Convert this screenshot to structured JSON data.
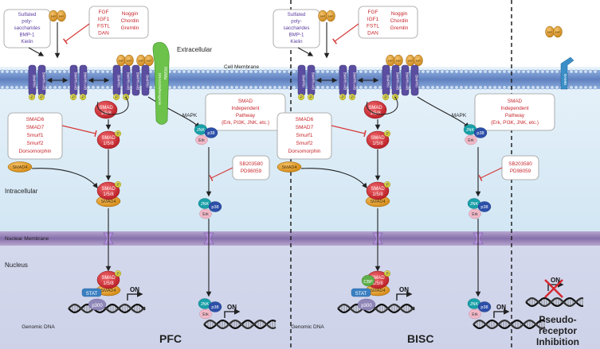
{
  "regions": {
    "extracellular": "Extracellular",
    "cell_membrane": "Cell Membrane",
    "intracellular": "Intracellular",
    "nuclear_membrane": "Nuclear Membrane",
    "nucleus": "Nucleus"
  },
  "panels": {
    "pfc": "PFC",
    "bisc": "BISC",
    "pseudo_line1": "Pseudo-",
    "pseudo_line2": "receptor",
    "pseudo_line3": "Inhibition"
  },
  "ligand": "BMP",
  "receptors": {
    "bmpr2": "BMPRII",
    "bmpr1": "BMPRI A/B",
    "rgma": "RGMa",
    "coreceptor": "DRAGON/Neogenin",
    "bambi": "BAMBI"
  },
  "inhibitor_boxes": {
    "pos_mod": [
      "Sulfated",
      "poly-",
      "saccharides",
      "BMP-1",
      "Kielin"
    ],
    "antag_col1": [
      "FGF",
      "IGF1",
      "FSTL",
      "DAN"
    ],
    "antag_col2": [
      "Noggin",
      "Chordin",
      "Gremlin"
    ],
    "smad_inhib": [
      "SMAD6",
      "SMAD7",
      "Smurf1",
      "Smurf2",
      "Dorsomorphin"
    ],
    "nonsmad": [
      "SMAD",
      "Independent",
      "Pathway",
      "(Erk, PI3K, JNK, etc.)"
    ],
    "mapk_inhib": [
      "SB203580",
      "PD98059"
    ]
  },
  "molecules": {
    "smad158_line1": "SMAD",
    "smad158_line2": "1/5/8",
    "smad4": "SMAD4",
    "phos": "P",
    "mapk": "MAPK",
    "jnk": "JNK",
    "p38": "p38",
    "erk": "Erk",
    "stat": "STAT",
    "p300": "p300",
    "cbp": "CBP",
    "on": "ON",
    "genomic_dna": "Genomic DNA"
  },
  "colors": {
    "extracellular_bg": "#ffffff",
    "intracellular_bg": "#dcecf6",
    "nucleus_bg": "#cfd7ea",
    "membrane": "#6f8fc6",
    "nuclear_membrane": "#9a86b6",
    "smad_red": "#d6282f",
    "smad4_orange": "#e49a1e",
    "receptor_purple": "#5b4ea0",
    "jnk_teal": "#1aa0a8",
    "p38_blue": "#2c4fa8",
    "erk_pink": "#f2b8c8",
    "stat_blue": "#3a7fc1",
    "cbp_green": "#5fae4a",
    "inhibit_red": "#d63a3a"
  }
}
